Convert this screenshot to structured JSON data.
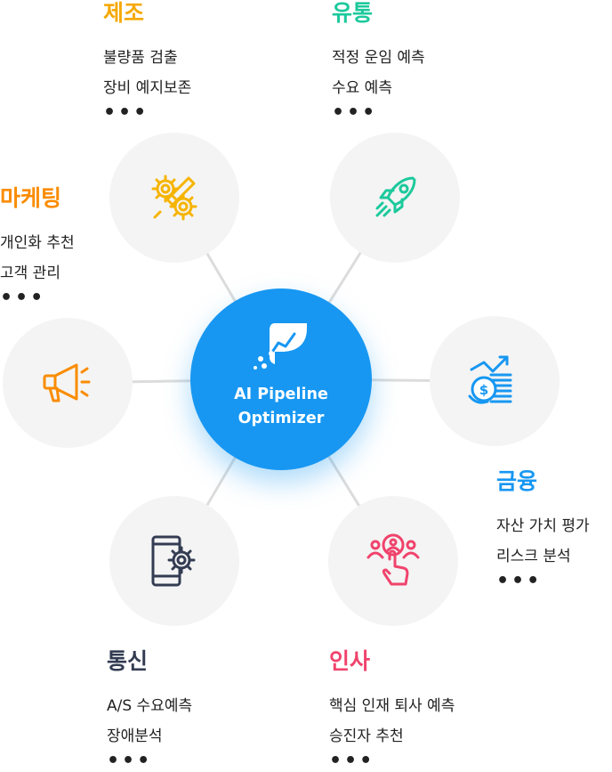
{
  "hub": {
    "line1": "AI Pipeline",
    "line2": "Optimizer"
  },
  "sectors": [
    {
      "title": "제조",
      "items": [
        "불량품 검출",
        "장비 예지보존"
      ],
      "more": "•••",
      "color": "#f6a800",
      "icon": "gear-wrench-icon"
    },
    {
      "title": "유통",
      "items": [
        "적정 운임 예측",
        "수요 예측"
      ],
      "more": "•••",
      "color": "#1cc99c",
      "icon": "rocket-icon"
    },
    {
      "title": "마케팅",
      "items": [
        "개인화 추천",
        "고객 관리"
      ],
      "more": "•••",
      "color": "#fa8c00",
      "icon": "megaphone-icon"
    },
    {
      "title": "금융",
      "items": [
        "자산 가치 평가",
        "리스크 분석"
      ],
      "more": "•••",
      "color": "#1797f2",
      "icon": "coins-chart-icon"
    },
    {
      "title": "통신",
      "items": [
        "A/S 수요예측",
        "장애분석"
      ],
      "more": "•••",
      "color": "#333c52",
      "icon": "phone-gear-icon"
    },
    {
      "title": "인사",
      "items": [
        "핵심 인재 퇴사 예측",
        "승진자 추천"
      ],
      "more": "•••",
      "color": "#f0436c",
      "icon": "people-touch-icon"
    }
  ]
}
